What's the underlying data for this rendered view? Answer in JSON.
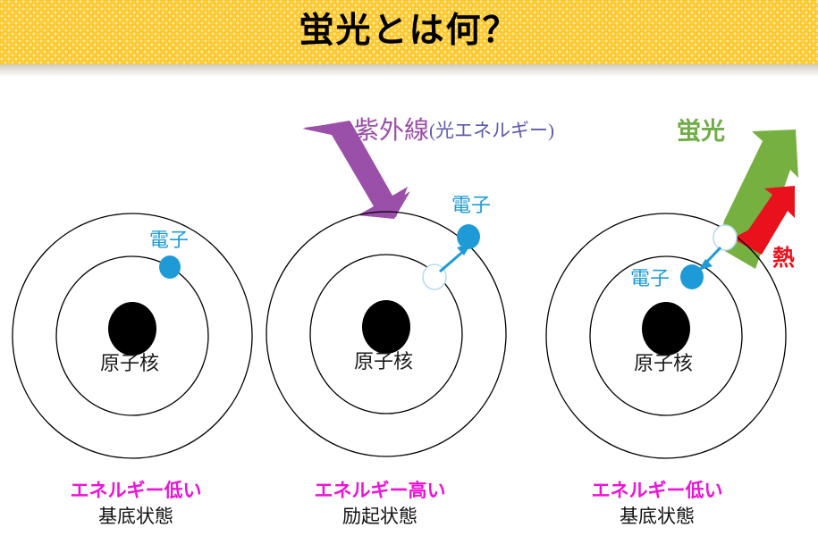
{
  "slide": {
    "title": "蛍光とは何？",
    "background_color": "#FFFFFF",
    "banner_color": "#FDC214"
  },
  "annotations": {
    "uv": {
      "main": "紫外線",
      "sub": "(光エネルギー)",
      "main_color": "#9A4FA8",
      "sub_color": "#5F5AAE",
      "arrow_name": "uv-arrow",
      "arrow_color": "#9A4FA8",
      "arrow_direction": "down-right"
    },
    "fluorescence": {
      "label": "蛍光",
      "color": "#70AD47",
      "arrow_name": "fluorescence-arrow",
      "arrow_color": "#76B041",
      "arrow_direction": "up-right"
    },
    "heat": {
      "label": "熱",
      "color": "#E8111C",
      "arrow_name": "heat-arrow",
      "arrow_color": "#E8111C",
      "arrow_direction": "up-right"
    }
  },
  "atoms": [
    {
      "id": "atom-ground-initial",
      "nucleus_label": "原子核",
      "electron_label": "電子",
      "electron_shell": "inner",
      "ghost_shell": null,
      "transition_arrow": null,
      "caption_energy": "エネルギー低い",
      "caption_state": "基底状態"
    },
    {
      "id": "atom-excited",
      "nucleus_label": "原子核",
      "electron_label": "電子",
      "electron_shell": "outer",
      "ghost_shell": "inner",
      "transition_arrow": "outward",
      "caption_energy": "エネルギー高い",
      "caption_state": "励起状態"
    },
    {
      "id": "atom-ground-relaxed",
      "nucleus_label": "原子核",
      "electron_label": "電子",
      "electron_shell": "inner",
      "ghost_shell": "outer",
      "transition_arrow": "inward",
      "caption_energy": "エネルギー低い",
      "caption_state": "基底状態"
    }
  ],
  "colors": {
    "electron": "#1E9BD7",
    "nucleus": "#000000",
    "orbit_stroke": "#000000",
    "energy_text": "#ED13D8",
    "state_text": "#111111"
  }
}
